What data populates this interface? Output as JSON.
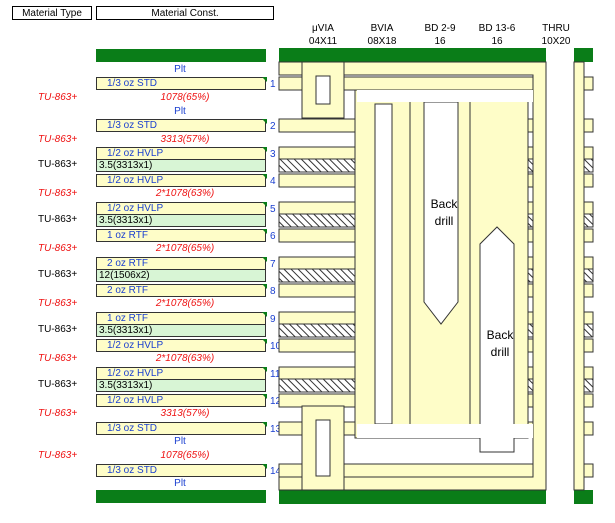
{
  "header": {
    "material_type": "Material  Type",
    "material_const": "Material Const."
  },
  "columns": [
    {
      "name": "μVIA",
      "size": "04X11"
    },
    {
      "name": "BVIA",
      "size": "08X18"
    },
    {
      "name": "BD 2-9",
      "size": "16"
    },
    {
      "name": "BD 13-6",
      "size": "16"
    },
    {
      "name": "THRU",
      "size": "10X20"
    }
  ],
  "plating": [
    "Plt",
    "Plt",
    "Plt",
    "Plt"
  ],
  "layers": [
    {
      "num": "1",
      "label": "1/3 oz  STD"
    },
    {
      "num": "2",
      "label": "1/3 oz  STD"
    },
    {
      "num": "3",
      "label": "1/2 oz  HVLP"
    },
    {
      "num": "4",
      "label": "1/2 oz  HVLP"
    },
    {
      "num": "5",
      "label": "1/2 oz  HVLP"
    },
    {
      "num": "6",
      "label": "1 oz  RTF"
    },
    {
      "num": "7",
      "label": "2 oz  RTF"
    },
    {
      "num": "8",
      "label": "2 oz  RTF"
    },
    {
      "num": "9",
      "label": "1 oz  RTF"
    },
    {
      "num": "10",
      "label": "1/2 oz  HVLP"
    },
    {
      "num": "11",
      "label": "1/2 oz  HVLP"
    },
    {
      "num": "12",
      "label": "1/2 oz  HVLP"
    },
    {
      "num": "13",
      "label": "1/3 oz  STD"
    },
    {
      "num": "14",
      "label": "1/3 oz  STD"
    }
  ],
  "prepregs": [
    {
      "type": "TU-863+",
      "const": "1078(65%)"
    },
    {
      "type": "TU-863+",
      "const": "3313(57%)"
    },
    {
      "type": "TU-863+",
      "const": "2*1078(63%)"
    },
    {
      "type": "TU-863+",
      "const": "2*1078(65%)"
    },
    {
      "type": "TU-863+",
      "const": "2*1078(65%)"
    },
    {
      "type": "TU-863+",
      "const": "2*1078(63%)"
    },
    {
      "type": "TU-863+",
      "const": "3313(57%)"
    },
    {
      "type": "TU-863+",
      "const": "1078(65%)"
    }
  ],
  "cores": [
    {
      "type": "TU-863+",
      "const": "3.5(3313x1)"
    },
    {
      "type": "TU-863+",
      "const": "3.5(3313x1)"
    },
    {
      "type": "TU-863+",
      "const": "12(1506x2)"
    },
    {
      "type": "TU-863+",
      "const": "3.5(3313x1)"
    },
    {
      "type": "TU-863+",
      "const": "3.5(3313x1)"
    }
  ],
  "backdrill_1": [
    "Back",
    "drill"
  ],
  "backdrill_2": [
    "Back",
    "drill"
  ],
  "colors": {
    "copper": "#fefdc8",
    "core": "#d8f5d5",
    "mask": "#0a7d18",
    "prepreg_text": "#ee1111",
    "layer_text": "#1a3fd0"
  }
}
